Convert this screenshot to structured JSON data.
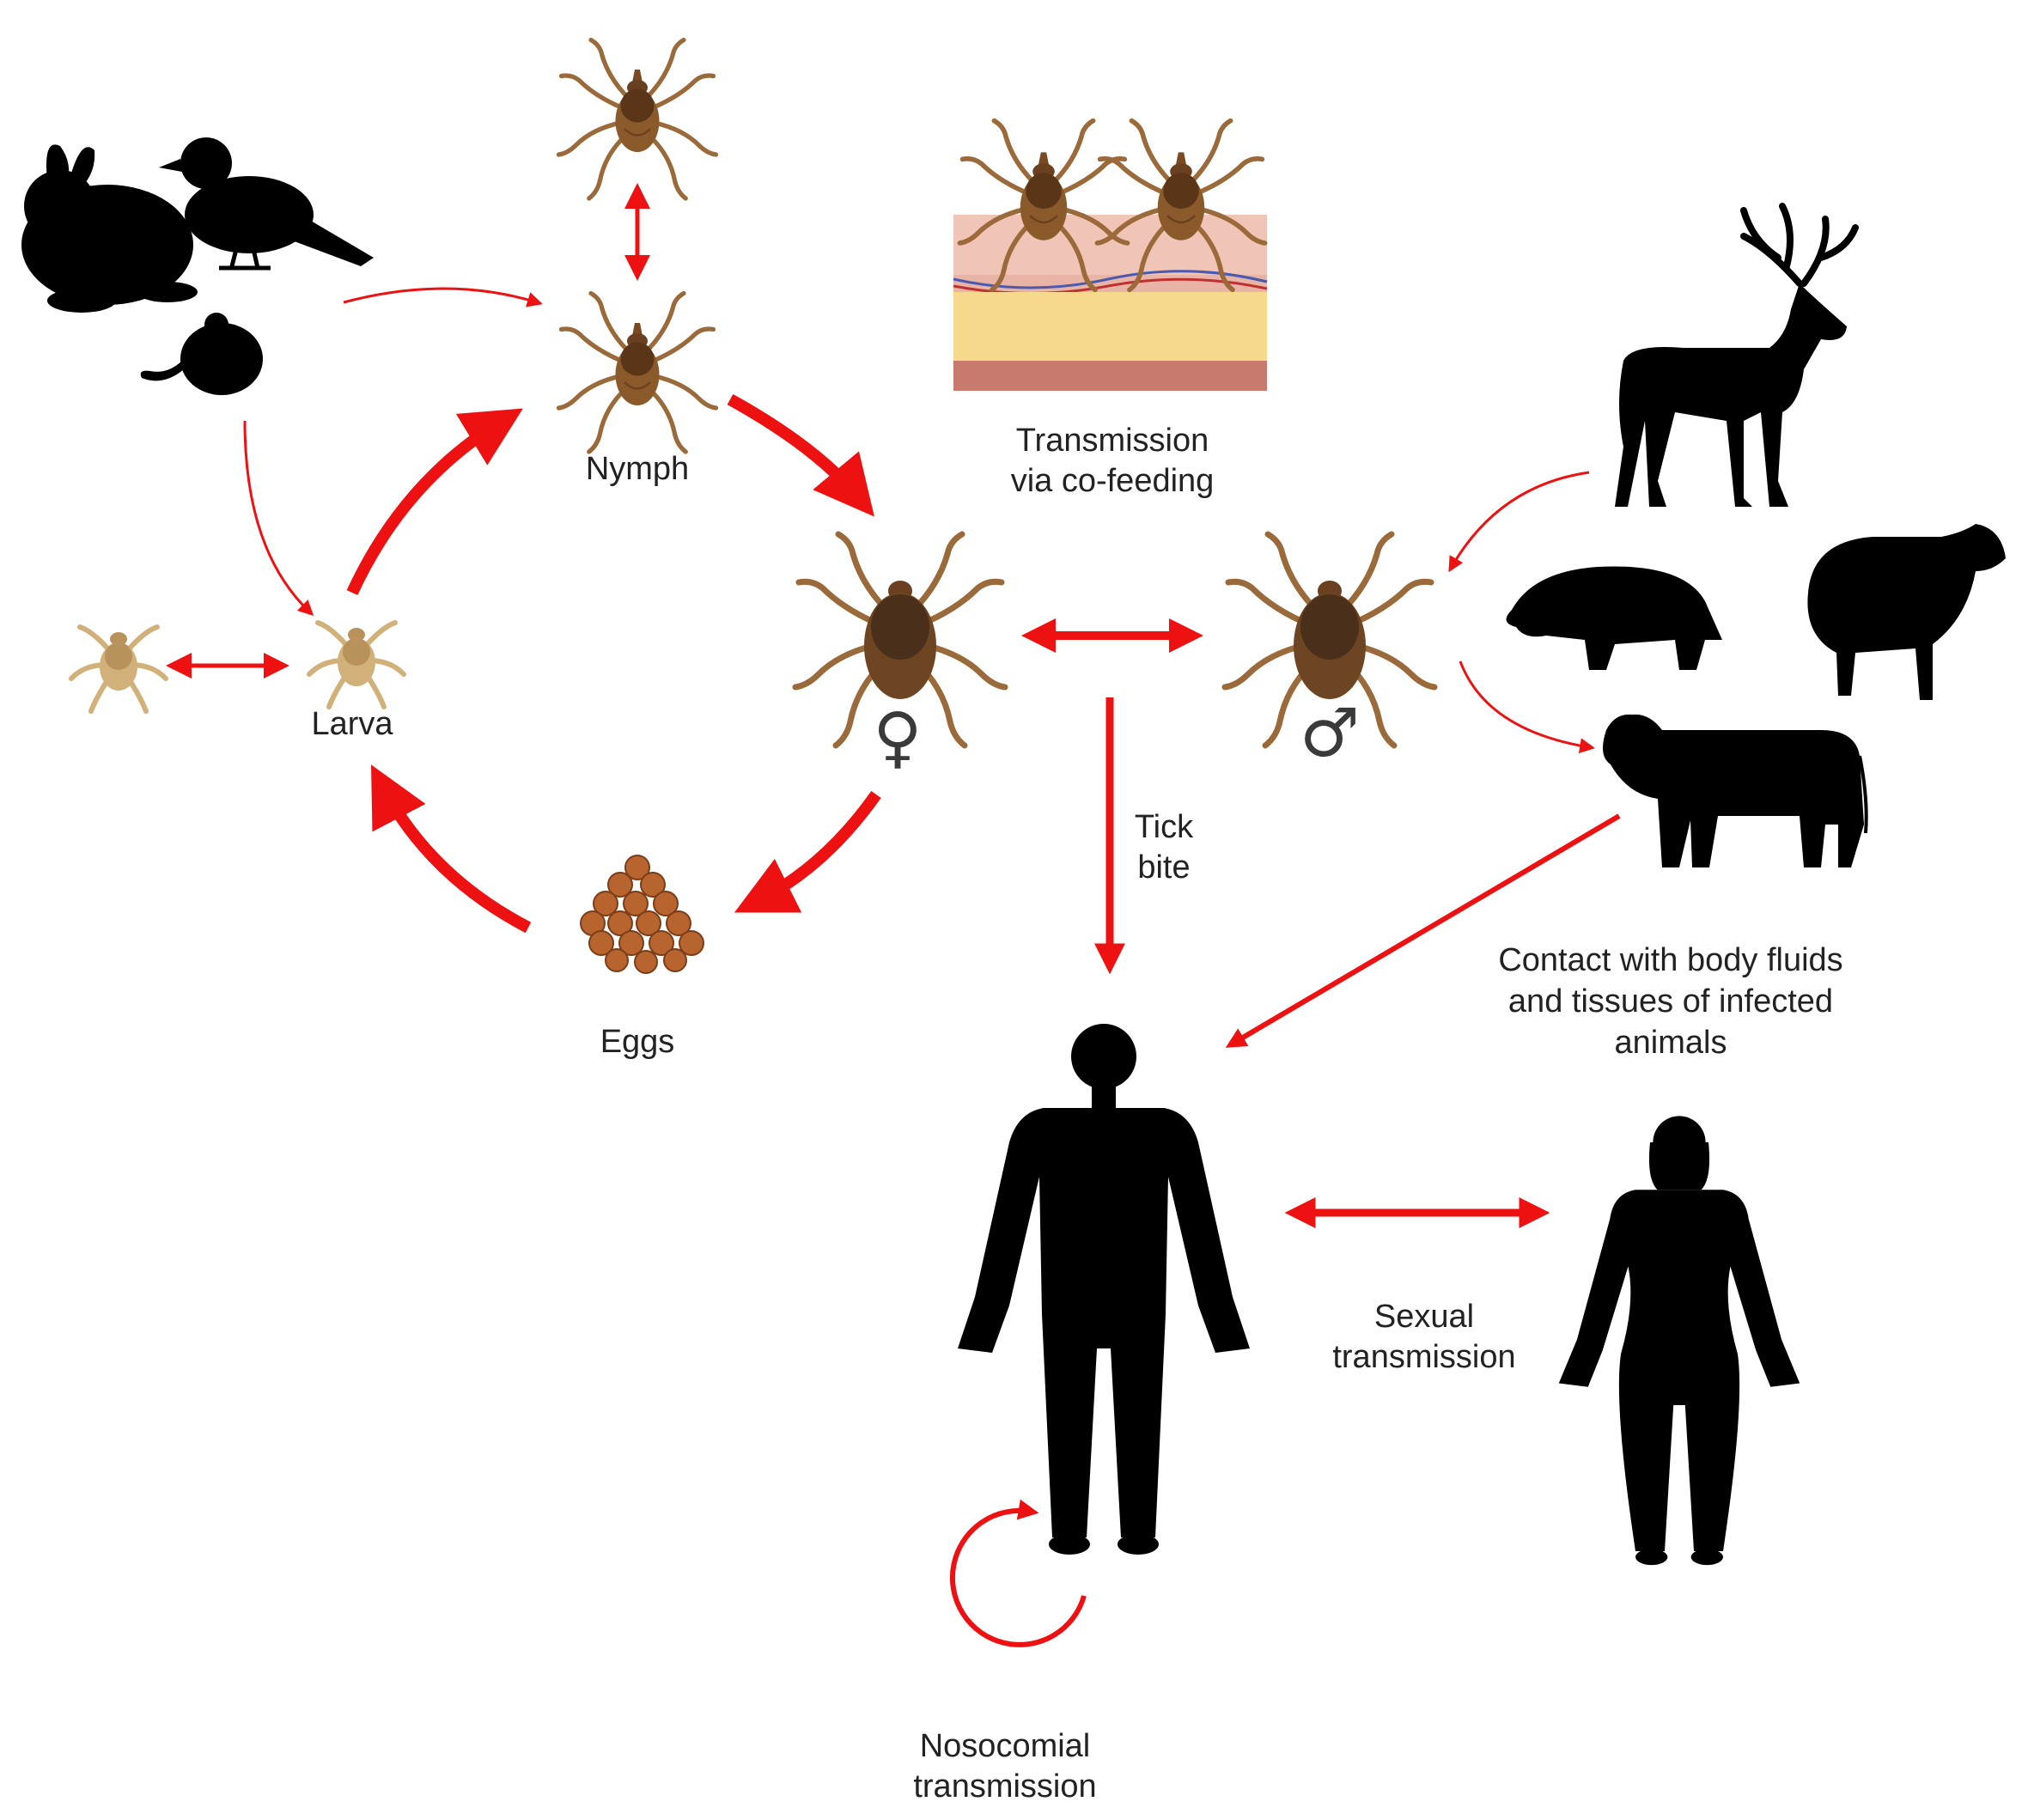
{
  "colors": {
    "arrow": "#ee1111",
    "silhouette": "#000000",
    "tick_body": "#8b5a2b",
    "tick_scutum": "#4a2f1a",
    "larva": "#d2b07a",
    "eggs": "#b8642f",
    "skin_top": "#e8b4a6",
    "skin_fat": "#f6d98c",
    "skin_muscle": "#c87a6e"
  },
  "labels": {
    "nymph": "Nymph",
    "larva": "Larva",
    "eggs": "Eggs",
    "female_symbol": "♀",
    "male_symbol": "♂",
    "cofeeding_line1": "Transmission",
    "cofeeding_line2": "via co-feeding",
    "tick_bite_line1": "Tick",
    "tick_bite_line2": "bite",
    "contact_line1": "Contact with body fluids",
    "contact_line2": "and tissues of infected",
    "contact_line3": "animals",
    "sexual_line1": "Sexual",
    "sexual_line2": "transmission",
    "nosocomial_line1": "Nosocomial",
    "nosocomial_line2": "transmission"
  },
  "icons": {
    "small_hosts": [
      "rabbit-silhouette",
      "bird-silhouette",
      "rodent-silhouette"
    ],
    "large_hosts": [
      "deer-silhouette",
      "boar-silhouette",
      "sheep-silhouette",
      "cow-silhouette"
    ],
    "ticks": [
      "larva-tick-icon",
      "nymph-tick-icon",
      "female-tick-icon",
      "male-tick-icon"
    ],
    "humans": [
      "male-human-silhouette",
      "female-human-silhouette"
    ],
    "other": [
      "eggs-cluster-icon",
      "skin-cross-section-icon"
    ]
  }
}
